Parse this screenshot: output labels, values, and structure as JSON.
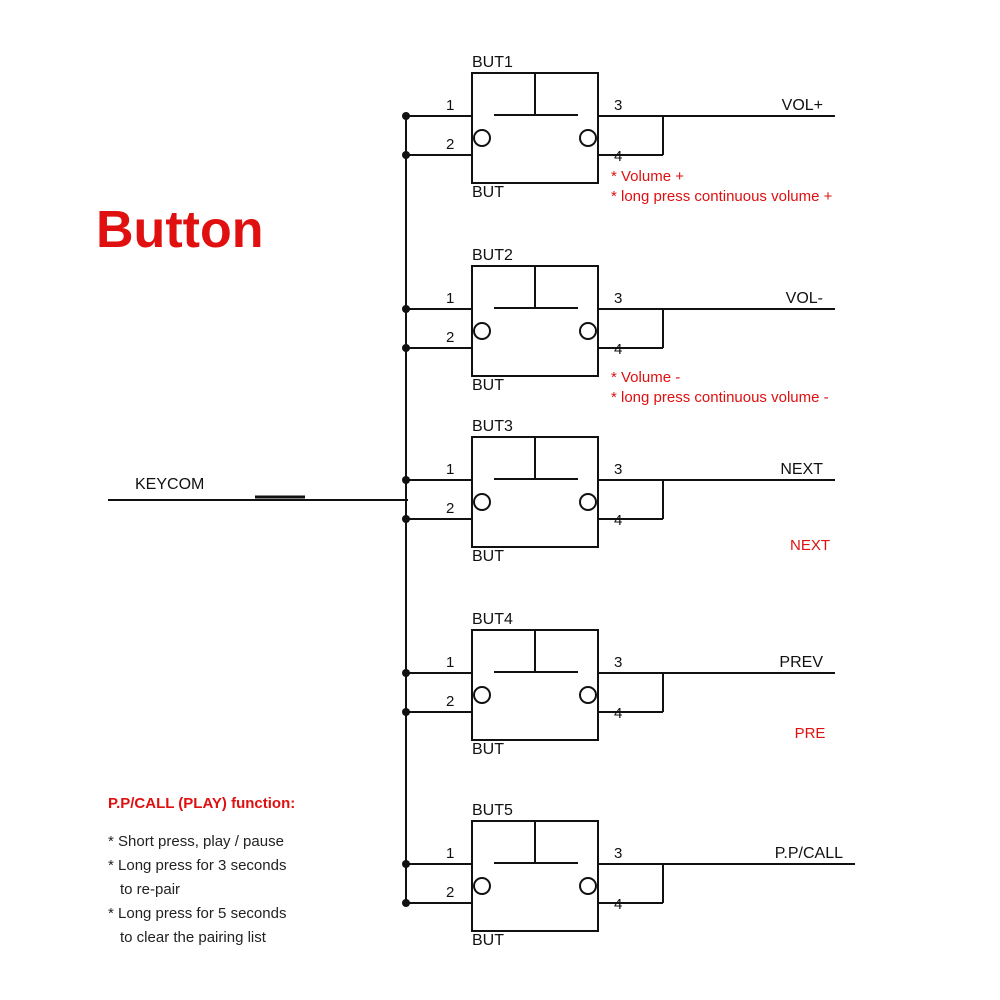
{
  "title": "Button",
  "common_line": {
    "label": "KEYCOM"
  },
  "buttons": [
    {
      "name": "BUT1",
      "sub": "BUT",
      "pins": [
        "1",
        "2",
        "3",
        "4"
      ],
      "signal": "VOL+",
      "notes": [
        "* Volume +",
        "* long press continuous volume +"
      ]
    },
    {
      "name": "BUT2",
      "sub": "BUT",
      "pins": [
        "1",
        "2",
        "3",
        "4"
      ],
      "signal": "VOL-",
      "notes": [
        "* Volume -",
        "* long press continuous volume -"
      ]
    },
    {
      "name": "BUT3",
      "sub": "BUT",
      "pins": [
        "1",
        "2",
        "3",
        "4"
      ],
      "signal": "NEXT",
      "notes": [
        "NEXT"
      ]
    },
    {
      "name": "BUT4",
      "sub": "BUT",
      "pins": [
        "1",
        "2",
        "3",
        "4"
      ],
      "signal": "PREV",
      "notes": [
        "PRE"
      ]
    },
    {
      "name": "BUT5",
      "sub": "BUT",
      "pins": [
        "1",
        "2",
        "3",
        "4"
      ],
      "signal": "P.P/CALL",
      "notes": []
    }
  ],
  "function_box": {
    "title": "P.P/CALL (PLAY) function:",
    "lines": [
      "* Short press, play / pause",
      "* Long press for 3 seconds",
      "to re-pair",
      "* Long press for 5 seconds",
      "to clear the pairing list"
    ]
  },
  "colors": {
    "wire": "#111111",
    "accent": "#e01010"
  }
}
